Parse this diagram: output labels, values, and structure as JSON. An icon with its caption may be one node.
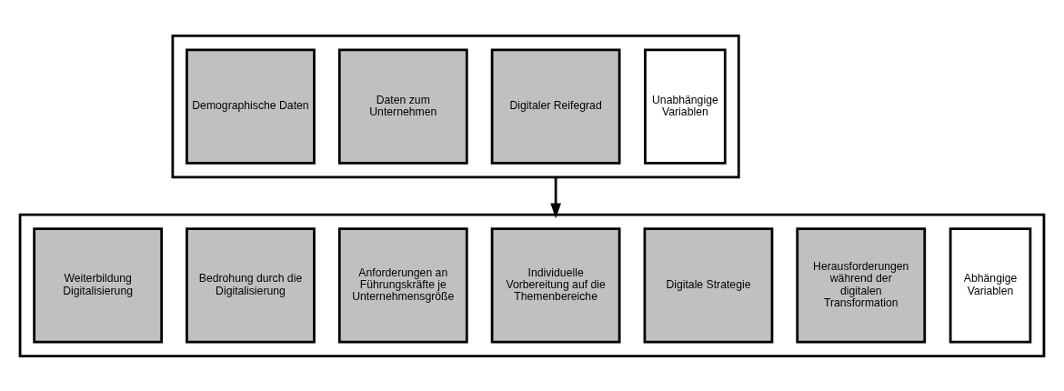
{
  "diagram": {
    "nodes": [
      {
        "text": [],
        "shape": "box"
      },
      {
        "text": [
          "Demographische Daten"
        ],
        "in": 0
      },
      {
        "text": [
          "Daten zum Unternehmen"
        ],
        "in": 0
      },
      {
        "text": [
          "Digitaler Reifegrad"
        ],
        "in": 0
      },
      {
        "text": [
          "Unabhängige Variablen"
        ],
        "in": 0
      },
      {
        "text": [],
        "shape": "box"
      },
      {
        "text": [
          "Weiterbildung Digitalisierung"
        ],
        "in": 5
      },
      {
        "text": [
          "Bedrohung durch die Digitalisierung"
        ],
        "in": 5
      },
      {
        "text": [
          "Anforderungen an Führungskräfte je Unternehmensgröße"
        ],
        "in": 5
      },
      {
        "text": [
          "Individuelle Vorbereitung auf die Themenbereiche"
        ],
        "in": 5
      },
      {
        "text": [
          "Digitale Strategie"
        ],
        "in": 5
      },
      {
        "text": [
          "Herausforderungen während der digitalen Transformation"
        ],
        "in": 5
      },
      {
        "text": [
          "Abhängige Variablen"
        ],
        "in": 5
      }
    ],
    "edges": [
      {
        "from": 0,
        "to": 5,
        "arrow": "to"
      }
    ]
  }
}
